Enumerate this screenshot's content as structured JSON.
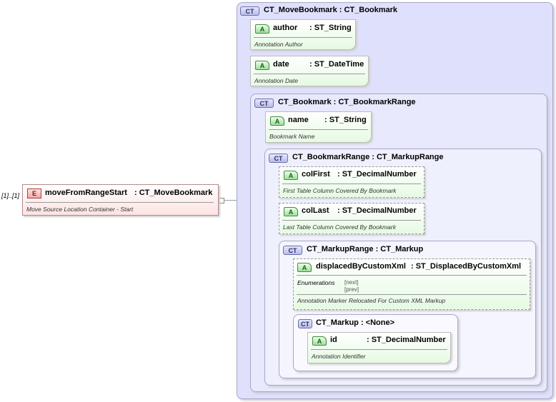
{
  "element": {
    "cardinality": "[1]..[1]",
    "badge": "E",
    "name": "moveFromRangeStart",
    "type": ": CT_MoveBookmark",
    "doc": "Move Source Location Container - Start"
  },
  "ct_move_bookmark": {
    "badge": "CT",
    "title": "CT_MoveBookmark : CT_Bookmark",
    "attrs": [
      {
        "badge": "A",
        "name": "author",
        "type": ": ST_String",
        "doc": "Annotation Author"
      },
      {
        "badge": "A",
        "name": "date",
        "type": ": ST_DateTime",
        "doc": "Annotation Date"
      }
    ]
  },
  "ct_bookmark": {
    "badge": "CT",
    "title": "CT_Bookmark : CT_BookmarkRange",
    "attrs": [
      {
        "badge": "A",
        "name": "name",
        "type": ": ST_String",
        "doc": "Bookmark Name"
      }
    ]
  },
  "ct_bookmark_range": {
    "badge": "CT",
    "title": "CT_BookmarkRange : CT_MarkupRange",
    "attrs": [
      {
        "badge": "A",
        "name": "colFirst",
        "type": ": ST_DecimalNumber",
        "doc": "First Table Column Covered By Bookmark"
      },
      {
        "badge": "A",
        "name": "colLast",
        "type": ": ST_DecimalNumber",
        "doc": "Last Table Column Covered By Bookmark"
      }
    ]
  },
  "ct_markup_range": {
    "badge": "CT",
    "title": "CT_MarkupRange : CT_Markup",
    "attrs": [
      {
        "badge": "A",
        "name": "displacedByCustomXml",
        "type": ": ST_DisplacedByCustomXml",
        "enum_label": "Enumerations",
        "enum_values": [
          "[next]",
          "[prev]"
        ],
        "doc": "Annotation Marker Relocated For Custom XML Markup"
      }
    ]
  },
  "ct_markup": {
    "badge": "CT",
    "title": "CT_Markup : <None>",
    "attrs": [
      {
        "badge": "A",
        "name": "id",
        "type": ": ST_DecimalNumber",
        "doc": "Annotation Identifier"
      }
    ]
  }
}
